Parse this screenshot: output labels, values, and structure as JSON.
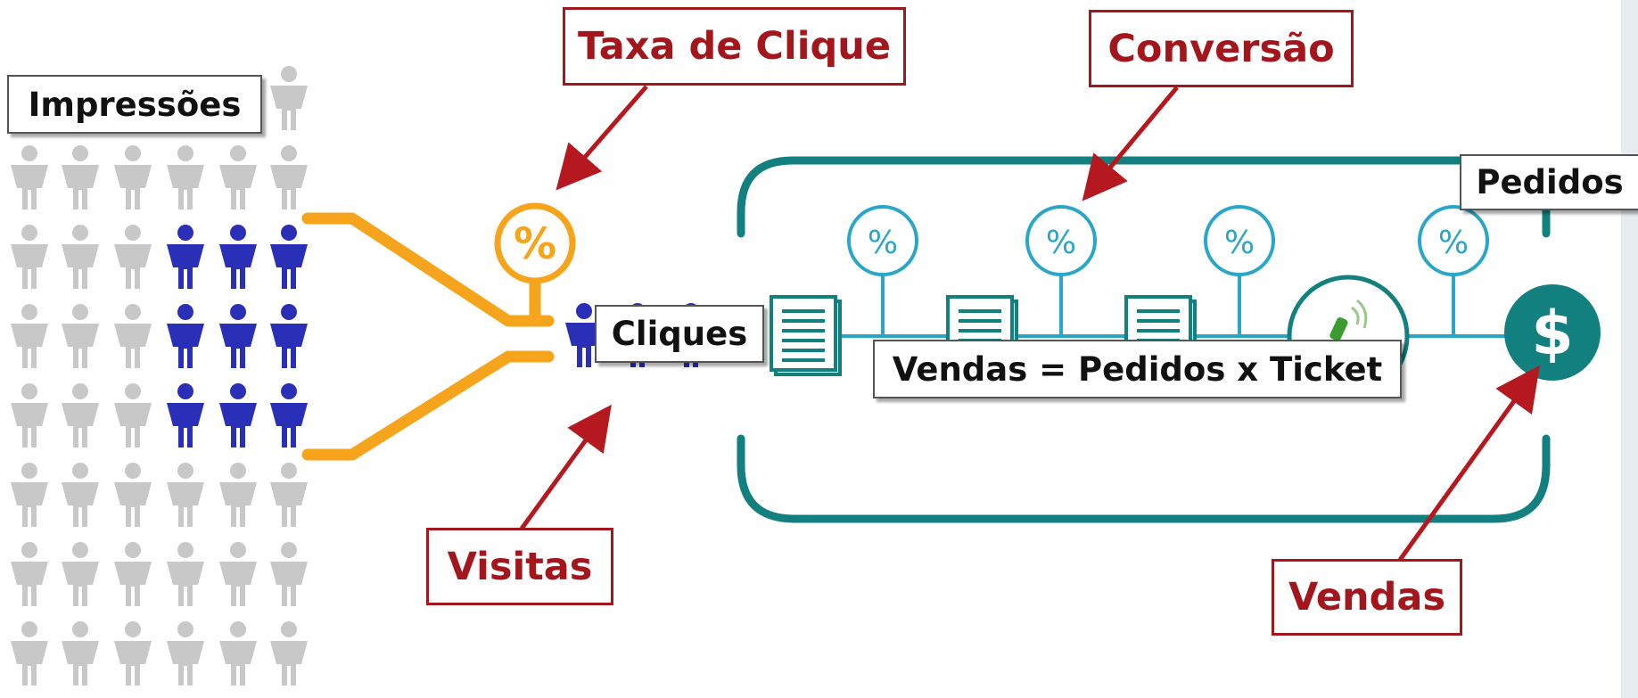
{
  "labels": {
    "impressoes": "Impressões",
    "taxa_de_clique": "Taxa de Clique",
    "conversao": "Conversão",
    "pedidos": "Pedidos",
    "cliques": "Cliques",
    "vendas_formula": "Vendas = Pedidos x Ticket",
    "visitas": "Visitas",
    "vendas": "Vendas"
  },
  "symbols": {
    "percent": "%",
    "dollar": "$"
  },
  "icons": {
    "person": "person-icon",
    "document": "document-icon",
    "phone": "phone-icon",
    "money": "dollar-icon"
  },
  "colors": {
    "person_gray": "#c8c8c8",
    "person_blue": "#2a2fb8",
    "funnel_orange": "#f5a41c",
    "teal": "#11807f",
    "light_blue": "#2aa6c9",
    "label_red": "#a3171c",
    "arrow_red": "#b5191f"
  },
  "crowd": {
    "rows": 8,
    "cols": 6,
    "highlighted": [
      [
        2,
        3
      ],
      [
        2,
        4
      ],
      [
        2,
        5
      ],
      [
        3,
        3
      ],
      [
        3,
        4
      ],
      [
        3,
        5
      ],
      [
        4,
        3
      ],
      [
        4,
        4
      ],
      [
        4,
        5
      ]
    ]
  }
}
